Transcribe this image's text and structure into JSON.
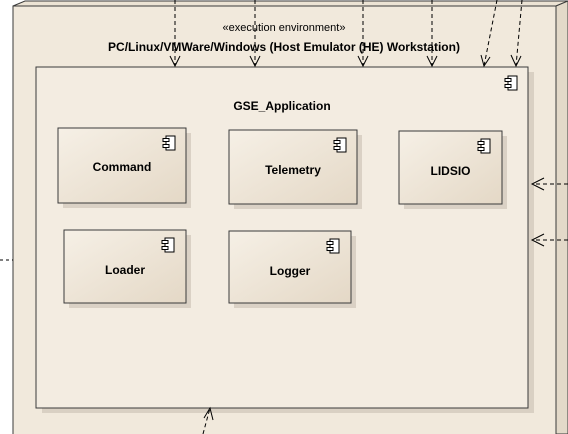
{
  "node": {
    "stereotype": "«execution environment»",
    "title": "PC/Linux/VMWare/Windows (Host Emulator (HE) Workstation)"
  },
  "application": {
    "title": "GSE_Application"
  },
  "components": [
    {
      "id": "command",
      "label": "Command"
    },
    {
      "id": "telemetry",
      "label": "Telemetry"
    },
    {
      "id": "lidsio",
      "label": "LIDSIO"
    },
    {
      "id": "loader",
      "label": "Loader"
    },
    {
      "id": "logger",
      "label": "Logger"
    }
  ],
  "colors": {
    "fill": "#f1e9dc",
    "fill_side": "#e8dfd1",
    "fill_component": "#eee5d6",
    "stroke": "#3a3a3a"
  }
}
